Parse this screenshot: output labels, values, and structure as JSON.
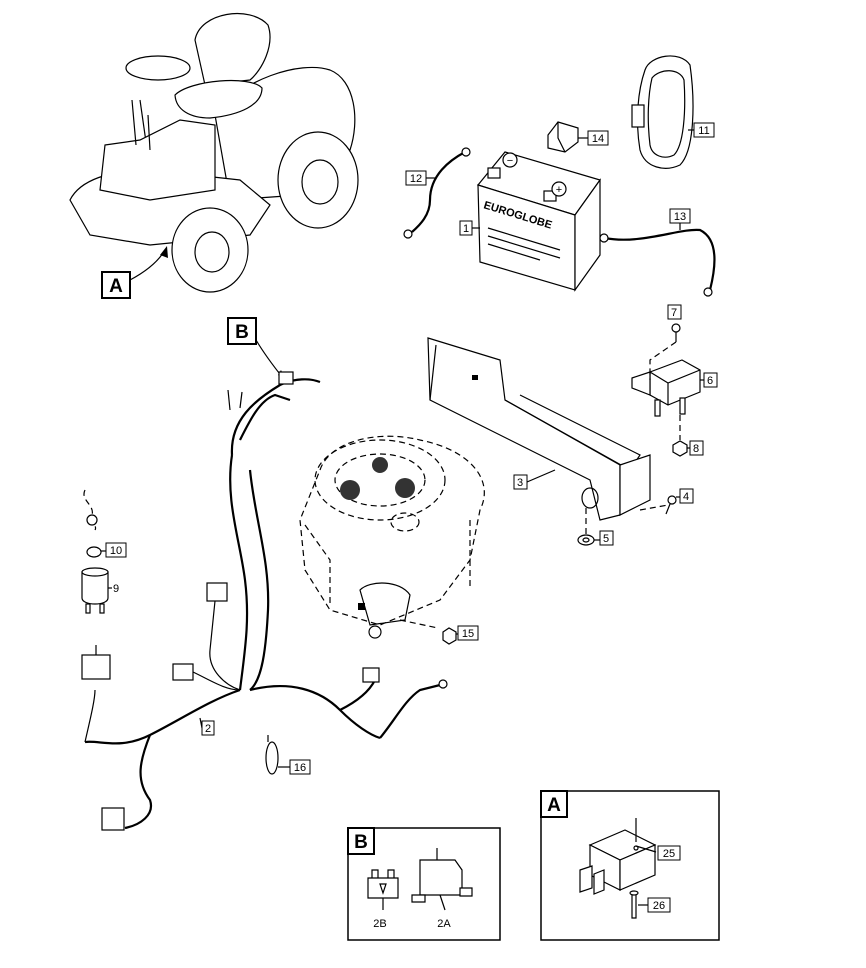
{
  "callouts": {
    "c1": "1",
    "c2": "2",
    "c3": "3",
    "c4": "4",
    "c5": "5",
    "c6": "6",
    "c7": "7",
    "c8": "8",
    "c9": "9",
    "c10": "10",
    "c11": "11",
    "c12": "12",
    "c13": "13",
    "c14": "14",
    "c15": "15",
    "c16": "16",
    "c25": "25",
    "c26": "26"
  },
  "detail_letters": {
    "a": "A",
    "b": "B"
  },
  "battery_brand": "EUROGLOBE",
  "terminal_minus": "−",
  "terminal_plus": "+",
  "inset_b": {
    "letter": "B",
    "label_2b": "2B",
    "label_2a": "2A"
  },
  "inset_a": {
    "letter": "A"
  }
}
